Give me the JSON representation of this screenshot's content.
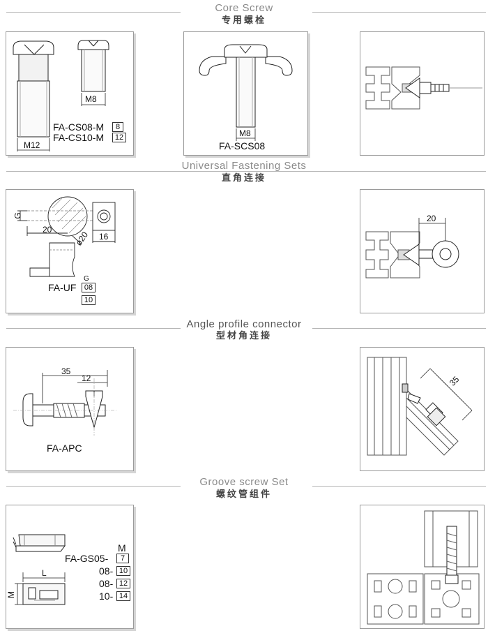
{
  "sections": [
    {
      "title": "Core Screw",
      "subtitle": "专用螺栓"
    },
    {
      "title": "Universal Fastening Sets",
      "subtitle": "直角连接"
    },
    {
      "title": "Angle profile connector",
      "subtitle": "型材角连接"
    },
    {
      "title": "Groove screw Set",
      "subtitle": "螺纹管组件"
    }
  ],
  "core_screw": {
    "dim_m8": "M8",
    "dim_m12": "M12",
    "part1_code": "FA-CS08-M",
    "part1_size": "8",
    "part2_code": "FA-CS10-M",
    "part2_size": "12",
    "scs_dim": "M8",
    "scs_code": "FA-SCS08"
  },
  "universal": {
    "dim_g": "G",
    "dim_20": "20",
    "dim_phi20": "ø20",
    "dim_16": "16",
    "code": "FA-UF",
    "g_label": "G",
    "size1": "08",
    "size2": "10",
    "install_dim": "20"
  },
  "angle": {
    "dim_35": "35",
    "dim_12": "12",
    "code": "FA-APC",
    "install_dim": "35"
  },
  "groove": {
    "dim_l": "L",
    "dim_m": "M",
    "m_header": "M",
    "code_prefix": "FA-GS05-",
    "size_1": "7",
    "row2_prefix": "08-",
    "size_2": "10",
    "row3_prefix": "08-",
    "size_3": "12",
    "row4_prefix": "10-",
    "size_4": "14"
  }
}
